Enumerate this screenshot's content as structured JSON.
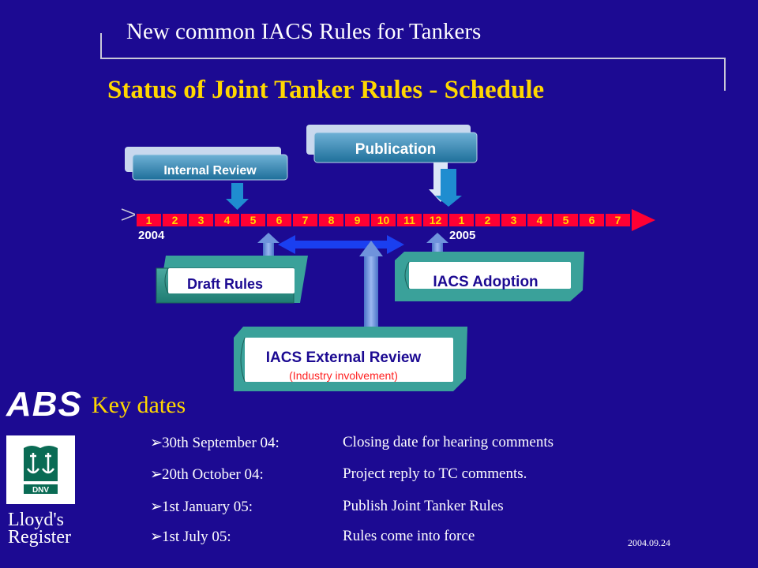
{
  "header": {
    "title": "New common IACS Rules for Tankers"
  },
  "slide": {
    "title": "Status of Joint Tanker Rules - Schedule"
  },
  "timeline": {
    "months_2004": [
      "1",
      "2",
      "3",
      "4",
      "5",
      "6",
      "7",
      "8",
      "9",
      "10",
      "11",
      "12"
    ],
    "months_2005": [
      "1",
      "2",
      "3",
      "4",
      "5",
      "6",
      "7"
    ],
    "year_2004": "2004",
    "year_2005": "2005"
  },
  "phases": {
    "internal_review": "Internal Review",
    "publication": "Publication",
    "draft_rules": "Draft Rules",
    "iacs_adoption": "IACS Adoption",
    "external_review": "IACS External Review",
    "external_review_sub": "(Industry involvement)"
  },
  "logos": {
    "abs": "ABS",
    "dnv": "DNV",
    "lr_line1": "Lloyd's",
    "lr_line2": "Register"
  },
  "key_dates": {
    "title": "Key dates",
    "items": [
      {
        "date": "30th  September 04:",
        "desc": "Closing date for hearing comments"
      },
      {
        "date": "20th  October 04:",
        "desc": "Project reply to TC comments."
      },
      {
        "date": "1st January 05:",
        "desc": "Publish Joint Tanker Rules"
      },
      {
        "date": "1st July 05:",
        "desc": "Rules come into force"
      }
    ]
  },
  "footer": {
    "date": "2004.09.24"
  },
  "colors": {
    "background": "#1c0a92",
    "title": "#ffd700",
    "box": "#2d8f85",
    "arrow": "#ff0033",
    "month_text": "#ffd700",
    "sub_text": "#ff2020"
  }
}
